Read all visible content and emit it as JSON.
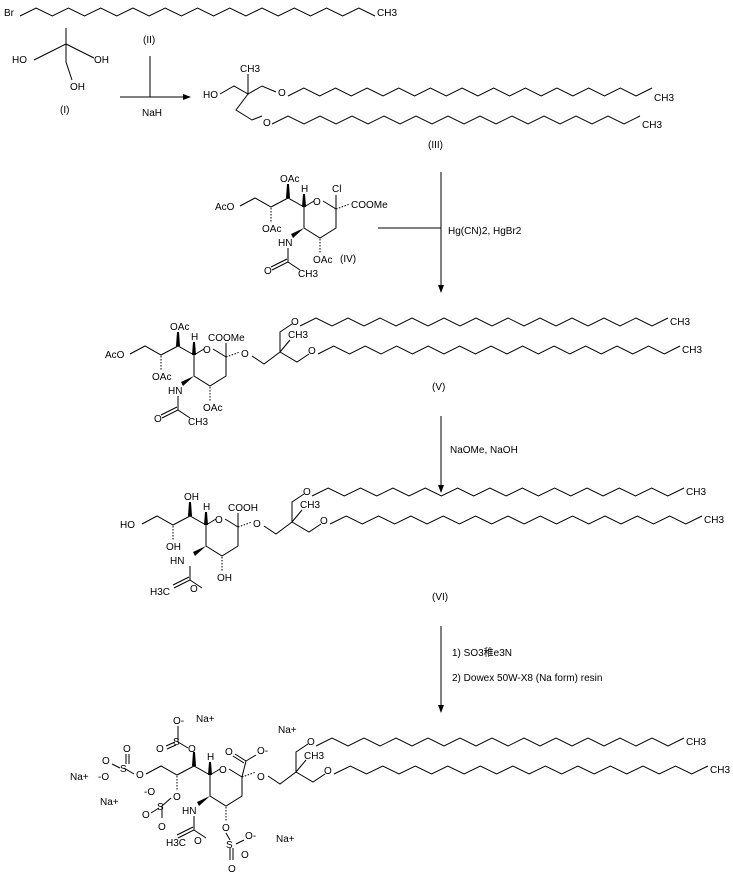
{
  "compound_labels": {
    "I": "(I)",
    "II": "(II)",
    "III": "(III)",
    "IV": "(IV)",
    "V": "(V)",
    "VI": "(VI)"
  },
  "atoms": {
    "Br": "Br",
    "CH3": "CH3",
    "HO": "HO",
    "OH": "OH",
    "O": "O",
    "H": "H",
    "Cl": "Cl",
    "OAc": "OAc",
    "AcO": "AcO",
    "HN": "HN",
    "COOMe": "COOMe",
    "COOH": "COOH",
    "H3C": "H3C",
    "S": "S",
    "O_minus": "O-",
    "minus_O": "-O",
    "Na": "Na+"
  },
  "reagents": {
    "step1": "NaH",
    "step2": "Hg(CN)2, HgBr2",
    "step3": "NaOMe, NaOH",
    "step4a": "1) SO3稚e3N",
    "step4b": "2) Dowex 50W-X8 (Na form) resin"
  }
}
